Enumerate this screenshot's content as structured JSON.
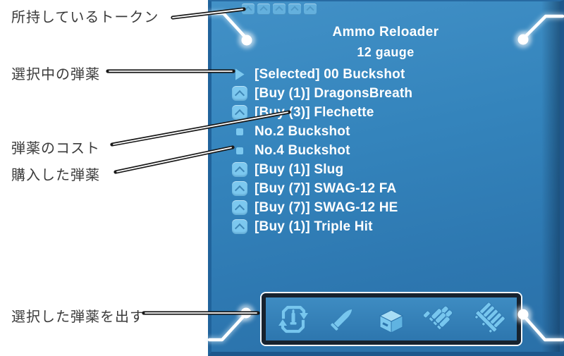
{
  "annotations": {
    "tokens": "所持しているトークン",
    "selected": "選択中の弾薬",
    "cost": "弾薬のコスト",
    "purchased": "購入した弾薬",
    "dispense": "選択した弾薬を出す"
  },
  "panel": {
    "title": "Ammo Reloader",
    "subtitle": "12 gauge",
    "tokens": {
      "count": 5
    },
    "ammo_list": [
      {
        "icon": "selected-arrow",
        "label": "[Selected] 00 Buckshot"
      },
      {
        "icon": "buy-token",
        "label": "[Buy (1)] DragonsBreath"
      },
      {
        "icon": "buy-token",
        "label": "[Buy (3)] Flechette"
      },
      {
        "icon": "cost-token",
        "label": "No.2 Buckshot"
      },
      {
        "icon": "cost-token",
        "label": "No.4 Buckshot"
      },
      {
        "icon": "buy-token",
        "label": "[Buy (1)] Slug"
      },
      {
        "icon": "buy-token",
        "label": "[Buy (7)] SWAG-12 FA"
      },
      {
        "icon": "buy-token",
        "label": "[Buy (7)] SWAG-12 HE"
      },
      {
        "icon": "buy-token",
        "label": "[Buy (1)] Triple Hit"
      }
    ],
    "actions": [
      {
        "name": "recycle-ammo"
      },
      {
        "name": "single-bullet"
      },
      {
        "name": "ammo-box"
      },
      {
        "name": "shell-bundle"
      },
      {
        "name": "shell-stack"
      }
    ]
  },
  "colors": {
    "panel_blue_top": "#4291c7",
    "panel_blue_bottom": "#2a70a8",
    "panel_border": "#1d578c",
    "icon_blue": "#7cc8ef",
    "token_blue": "#64b0dd",
    "bar_border": "#17222e",
    "text_white": "#ffffff",
    "annotation_text": "#3b3b3b"
  }
}
